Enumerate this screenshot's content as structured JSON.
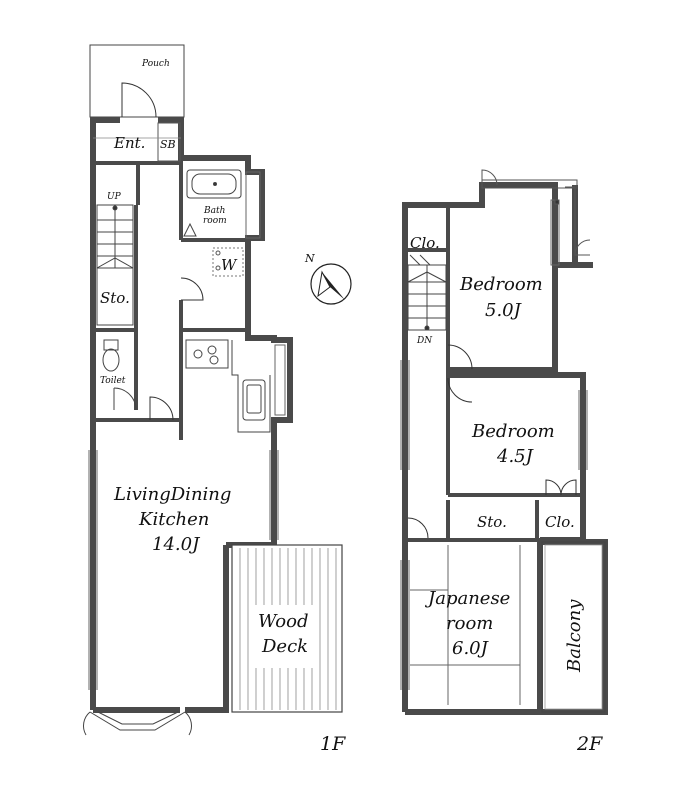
{
  "floor_1": {
    "label": "1F",
    "rooms": {
      "pouch": "Pouch",
      "entrance": "Ent.",
      "shoe_box": "SB",
      "stairs_up": "UP",
      "storage": "Sto.",
      "toilet": "Toilet",
      "bath_line1": "Bath",
      "bath_line2": "room",
      "washer": "W",
      "ldk_line1": "LivingDining",
      "ldk_line2": "Kitchen",
      "ldk_line3": "14.0J",
      "deck_line1": "Wood",
      "deck_line2": "Deck"
    }
  },
  "floor_2": {
    "label": "2F",
    "rooms": {
      "closet_1": "Clo.",
      "stairs_down": "DN",
      "bedroom_1_line1": "Bedroom",
      "bedroom_1_line2": "5.0J",
      "bedroom_2_line1": "Bedroom",
      "bedroom_2_line2": "4.5J",
      "storage": "Sto.",
      "closet_2": "Clo.",
      "japanese_line1": "Japanese",
      "japanese_line2": "room",
      "japanese_line3": "6.0J",
      "balcony": "Balcony"
    }
  },
  "compass": {
    "north_label": "N"
  },
  "colors": {
    "wall": "#4a4a4a",
    "line": "#222222",
    "background": "#ffffff"
  }
}
